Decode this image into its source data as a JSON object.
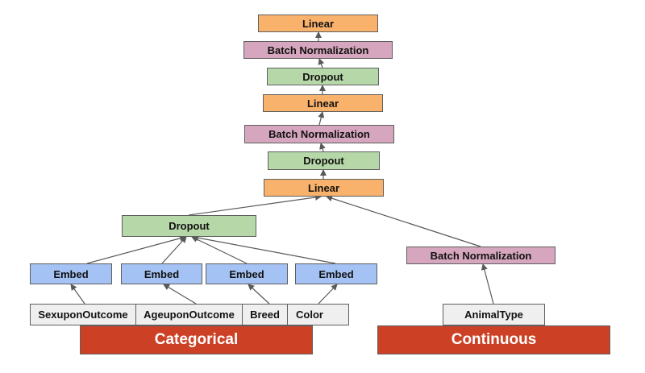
{
  "diagram": {
    "colors": {
      "linear": "#f9b26b",
      "batch_norm": "#d5a6bd",
      "dropout": "#b6d7a8",
      "embed": "#a4c2f4",
      "input": "#efefef",
      "group": "#cc4125",
      "edge": "#595959"
    },
    "nodes": {
      "linear_top": "Linear",
      "bn_top": "Batch Normalization",
      "dropout_top": "Dropout",
      "linear_mid": "Linear",
      "bn_mid": "Batch Normalization",
      "dropout_mid": "Dropout",
      "linear_bottom": "Linear",
      "dropout_cat": "Dropout",
      "bn_cont": "Batch Normalization",
      "embed_1": "Embed",
      "embed_2": "Embed",
      "embed_3": "Embed",
      "embed_4": "Embed",
      "input_sex": "SexuponOutcome",
      "input_age": "AgeuponOutcome",
      "input_breed": "Breed",
      "input_color": "Color",
      "input_animal": "AnimalType",
      "group_categorical": "Categorical",
      "group_continuous": "Continuous"
    },
    "edges": [
      [
        "input_sex",
        "embed_1"
      ],
      [
        "input_age",
        "embed_2"
      ],
      [
        "input_breed",
        "embed_3"
      ],
      [
        "input_color",
        "embed_4"
      ],
      [
        "embed_1",
        "dropout_cat"
      ],
      [
        "embed_2",
        "dropout_cat"
      ],
      [
        "embed_3",
        "dropout_cat"
      ],
      [
        "embed_4",
        "dropout_cat"
      ],
      [
        "input_animal",
        "bn_cont"
      ],
      [
        "dropout_cat",
        "linear_bottom"
      ],
      [
        "bn_cont",
        "linear_bottom"
      ],
      [
        "linear_bottom",
        "dropout_mid"
      ],
      [
        "dropout_mid",
        "bn_mid"
      ],
      [
        "bn_mid",
        "linear_mid"
      ],
      [
        "linear_mid",
        "dropout_top"
      ],
      [
        "dropout_top",
        "bn_top"
      ],
      [
        "bn_top",
        "linear_top"
      ]
    ]
  }
}
